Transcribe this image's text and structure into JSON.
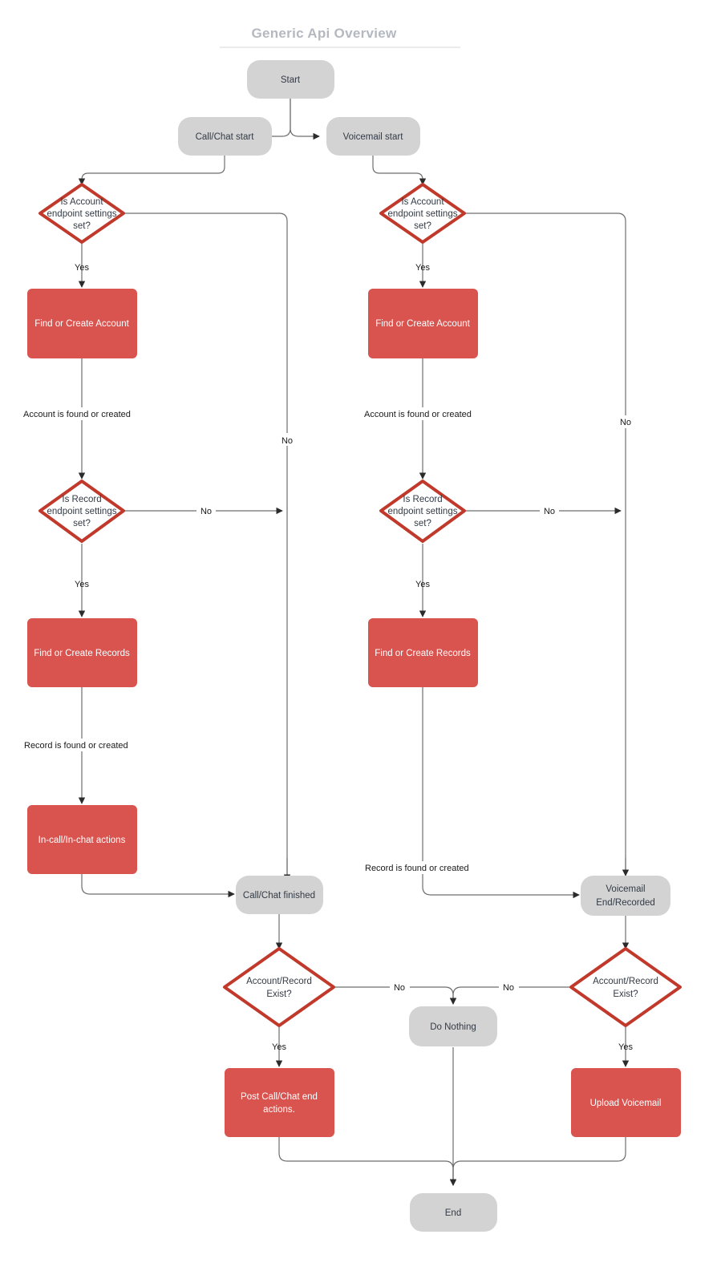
{
  "title": "Generic Api Overview",
  "colors": {
    "terminal_fill": "#d3d3d3",
    "process_fill": "#d9534f",
    "decision_stroke": "#c0392b",
    "edge_stroke": "#6e6e6e",
    "title_color": "#b4b8c0",
    "dark_text": "#333a45",
    "light_text": "#ffffff"
  },
  "nodes": {
    "start": "Start",
    "call_chat_start": "Call/Chat start",
    "voicemail_start": "Voicemail start",
    "acct_decision_left_l1": "Is Account",
    "acct_decision_left_l2": "endpoint settings",
    "acct_decision_left_l3": "set?",
    "acct_decision_right_l1": "Is Account",
    "acct_decision_right_l2": "endpoint settings",
    "acct_decision_right_l3": "set?",
    "find_create_account_left": "Find or Create Account",
    "find_create_account_right": "Find or Create Account",
    "rec_decision_left_l1": "Is Record",
    "rec_decision_left_l2": "endpoint settings",
    "rec_decision_left_l3": "set?",
    "rec_decision_right_l1": "Is Record",
    "rec_decision_right_l2": "endpoint settings",
    "rec_decision_right_l3": "set?",
    "find_create_records_left": "Find or Create Records",
    "find_create_records_right": "Find or Create Records",
    "in_call_actions": "In-call/In-chat actions",
    "call_chat_finished": "Call/Chat finished",
    "voicemail_end_l1": "Voicemail",
    "voicemail_end_l2": "End/Recorded",
    "exist_left_l1": "Account/Record",
    "exist_left_l2": "Exist?",
    "exist_right_l1": "Account/Record",
    "exist_right_l2": "Exist?",
    "do_nothing": "Do Nothing",
    "post_call_actions_l1": "Post Call/Chat end",
    "post_call_actions_l2": "actions.",
    "upload_voicemail": "Upload Voicemail",
    "end": "End"
  },
  "edge_labels": {
    "yes_acct_left": "Yes",
    "yes_acct_right": "Yes",
    "no_acct_left": "No",
    "no_acct_right": "No",
    "account_found_left": "Account is found or created",
    "account_found_right": "Account is found or created",
    "no_rec_left": "No",
    "no_rec_right": "No",
    "yes_rec_left": "Yes",
    "yes_rec_right": "Yes",
    "record_found_left": "Record is found or created",
    "record_found_right": "Record is found or created",
    "no_exist_left": "No",
    "no_exist_right": "No",
    "yes_exist_left": "Yes",
    "yes_exist_right": "Yes"
  }
}
